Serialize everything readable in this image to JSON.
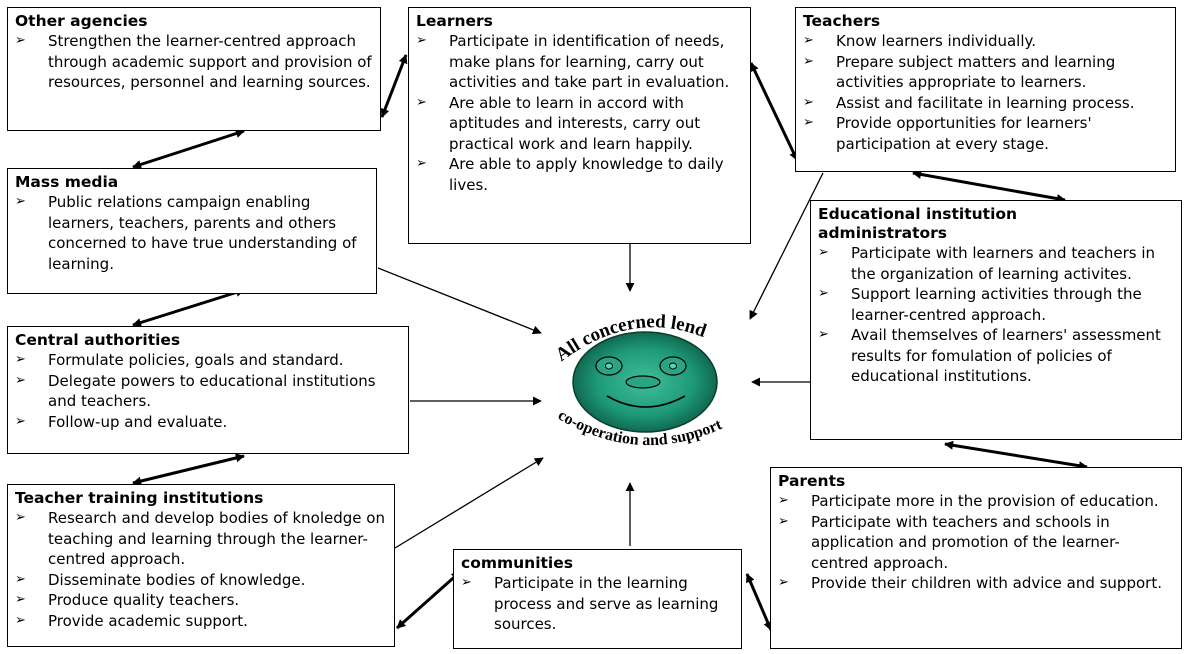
{
  "other_agencies": {
    "title": "Other agencies",
    "items": [
      "Strengthen the learner-centred approach through academic support and provision of resources, personnel and learning sources."
    ]
  },
  "learners": {
    "title": "Learners",
    "items": [
      "Participate in identification of needs, make plans for learning, carry out activities and take part in evaluation.",
      "Are able to learn in accord with aptitudes and interests, carry out practical work and learn happily.",
      "Are able to apply knowledge to daily lives."
    ]
  },
  "teachers": {
    "title": "Teachers",
    "items": [
      "Know learners individually.",
      "Prepare subject matters and learning activities appropriate to learners.",
      "Assist and facilitate in learning process.",
      "Provide opportunities for learners' participation at every stage."
    ]
  },
  "mass_media": {
    "title": "Mass media",
    "items": [
      "Public relations campaign enabling learners, teachers, parents and others concerned to have true understanding of learning."
    ]
  },
  "educational_admins": {
    "title": "Educational institution administrators",
    "items": [
      "Participate with learners and teachers in the organization of learning activites.",
      "Support learning activities through the learner-centred approach.",
      "Avail themselves of learners' assessment results for fomulation of policies of educational institutions."
    ]
  },
  "central_authorities": {
    "title": "Central authorities",
    "items": [
      "Formulate policies, goals and standard.",
      "Delegate powers to educational institutions and teachers.",
      "Follow-up and evaluate."
    ]
  },
  "teacher_training": {
    "title": "Teacher training institutions",
    "items": [
      "Research and develop bodies of knoledge on teaching and learning through the learner-centred approach.",
      "Disseminate bodies of knowledge.",
      "Produce quality teachers.",
      "Provide academic support."
    ]
  },
  "communities": {
    "title": "communities",
    "items": [
      "Participate in the learning process and serve as learning sources."
    ]
  },
  "parents": {
    "title": "Parents",
    "items": [
      "Participate more in the provision of education.",
      "Participate with teachers and schools in application and promotion of the learner-centred approach.",
      "Provide their children with advice and support."
    ]
  },
  "center": {
    "top_text": "All concerned lend",
    "bottom_text": "co-operation and support",
    "face_color": "#1e9a78"
  }
}
